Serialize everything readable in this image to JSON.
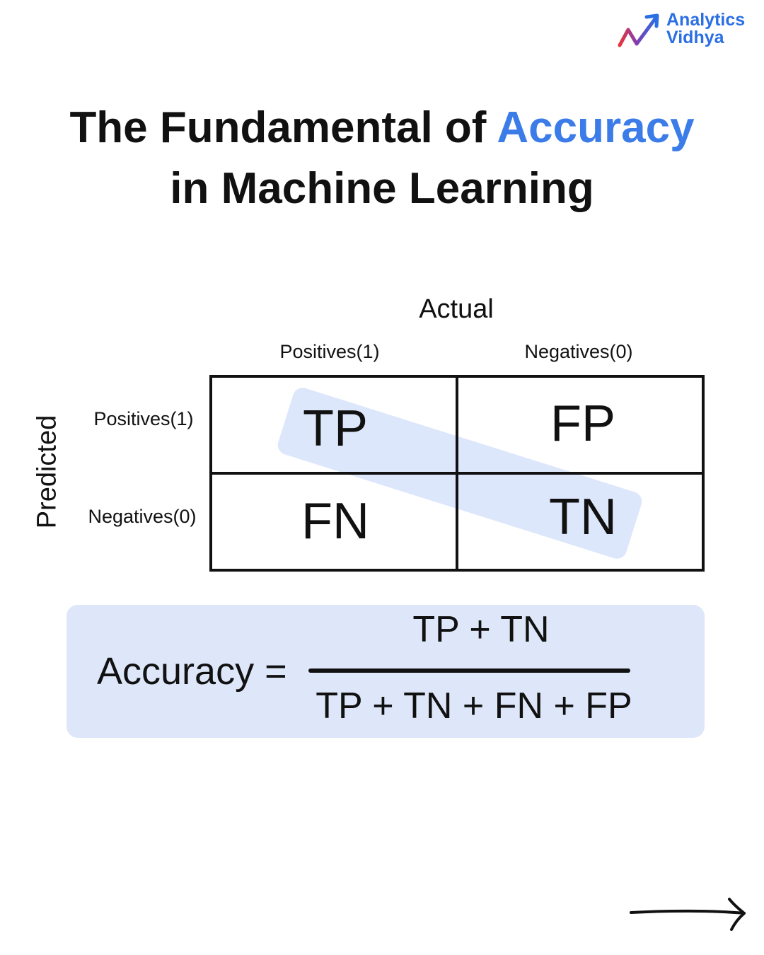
{
  "brand": {
    "line1": "Analytics",
    "line2": "Vidhya",
    "color": "#2b6fe3"
  },
  "title": {
    "part1": "The Fundamental of ",
    "accent": "Accuracy",
    "line2": "in Machine Learning",
    "accent_color": "#3b7ce8"
  },
  "matrix": {
    "actual_label": "Actual",
    "predicted_label": "Predicted",
    "col_labels": [
      "Positives(1)",
      "Negatives(0)"
    ],
    "row_labels": [
      "Positives(1)",
      "Negatives(0)"
    ],
    "cells": {
      "tp": "TP",
      "fp": "FP",
      "fn": "FN",
      "tn": "TN"
    },
    "highlight_color": "#dde7fb"
  },
  "formula": {
    "label": "Accuracy =",
    "numerator": "TP + TN",
    "denominator": "TP + TN + FN + FP",
    "box_color": "#dee7fa"
  },
  "icons": {
    "logo": "trend-arrow-icon",
    "next": "right-arrow-icon"
  }
}
